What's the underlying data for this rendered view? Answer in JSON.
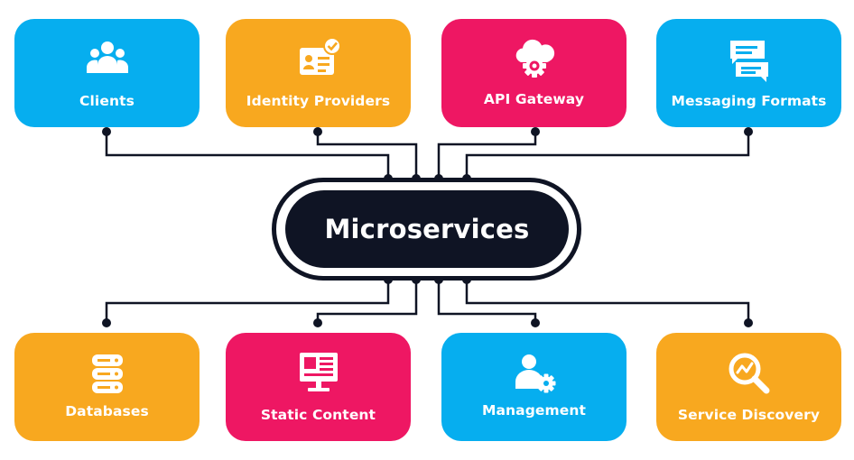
{
  "hub": {
    "title": "Microservices",
    "color": "#0f1424"
  },
  "colors": {
    "blue": "#06aeef",
    "orange": "#f8a81f",
    "pink": "#ee1763",
    "wire": "#0f1424"
  },
  "top_nodes": [
    {
      "label": "Clients",
      "icon": "users-group-icon",
      "color": "#06aeef"
    },
    {
      "label": "Identity Providers",
      "icon": "id-card-check-icon",
      "color": "#f8a81f"
    },
    {
      "label": "API Gateway",
      "icon": "cloud-gear-icon",
      "color": "#ee1763"
    },
    {
      "label": "Messaging Formats",
      "icon": "chat-messages-icon",
      "color": "#06aeef"
    }
  ],
  "bottom_nodes": [
    {
      "label": "Databases",
      "icon": "database-icon",
      "color": "#f8a81f"
    },
    {
      "label": "Static Content",
      "icon": "monitor-content-icon",
      "color": "#ee1763"
    },
    {
      "label": "Management",
      "icon": "user-gear-icon",
      "color": "#06aeef"
    },
    {
      "label": "Service Discovery",
      "icon": "search-chart-icon",
      "color": "#f8a81f"
    }
  ]
}
